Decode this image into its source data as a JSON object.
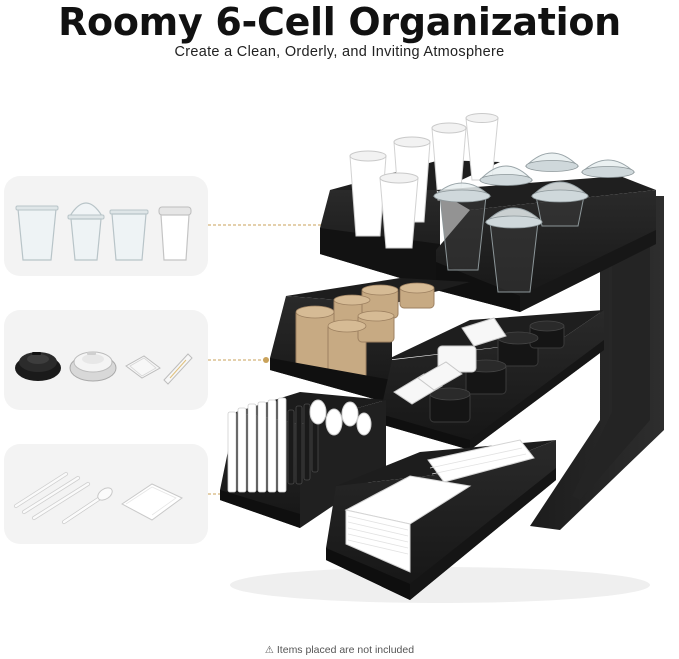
{
  "header": {
    "title": "Roomy 6-Cell Organization",
    "subtitle": "Create a Clean, Orderly, and Inviting Atmosphere"
  },
  "cards": [
    {
      "name": "cups",
      "icons": [
        "clear-plastic-cup-icon",
        "dome-lid-cup-icon",
        "clear-cup-icon",
        "paper-coffee-cup-icon"
      ]
    },
    {
      "name": "lids-and-sugar",
      "icons": [
        "black-coffee-lid-icon",
        "white-coffee-lid-icon",
        "sugar-packet-icon",
        "sugar-stick-icon"
      ]
    },
    {
      "name": "straws-and-napkins",
      "icons": [
        "straws-icon",
        "plastic-spoon-icon",
        "napkin-icon"
      ]
    }
  ],
  "footer": {
    "warning_icon": "warning-triangle-icon",
    "note": "Items placed are not included"
  },
  "colors": {
    "card_background": "#f3f3f3",
    "organizer": "#1e1e1e",
    "leader_line": "#c9a25a"
  }
}
